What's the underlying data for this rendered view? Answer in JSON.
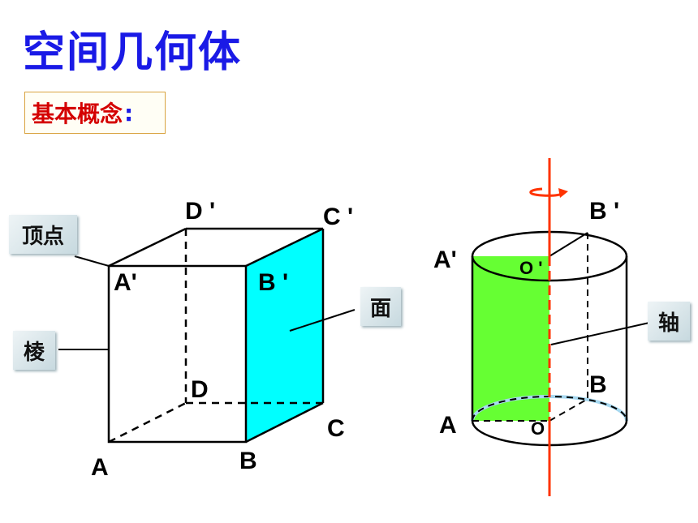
{
  "title": "空间几何体",
  "concept": {
    "label": "基本概念",
    "colon": ":"
  },
  "tags": {
    "vertex": "顶点",
    "edge": "棱",
    "face": "面",
    "axis": "轴"
  },
  "prism_labels": {
    "A": "A",
    "B": "B",
    "C": "C",
    "D": "D",
    "A1": "A'",
    "B1": "B '",
    "C1": "C '",
    "D1": "D '"
  },
  "cylinder_labels": {
    "A": "A",
    "B": "B",
    "A1": "A'",
    "B1": "B '",
    "O": "O",
    "O1": "O '"
  },
  "colors": {
    "title": "#1a1ae6",
    "concept_text": "#d40000",
    "prism_face": "#00ffff",
    "cylinder_section": "#66ff33",
    "axis": "#ff3300",
    "base_highlight": "#a6d8f0"
  }
}
